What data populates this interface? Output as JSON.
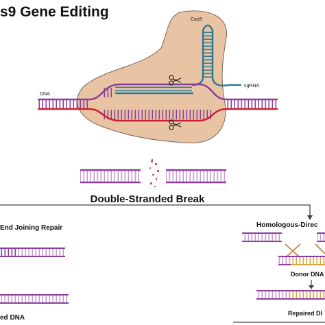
{
  "title": "s9 Gene Editing",
  "labels": {
    "cas9": "Cas9",
    "dna": "DNA",
    "sgrna": "sgRNA",
    "break": "Double-Stranded Break",
    "nhej": "End Joining Repair",
    "hdr": "Homologous-Direc",
    "donor": "Donor DNA",
    "repaired": "Repaired DI",
    "edited": "ed DNA"
  },
  "colors": {
    "purple": "#8b3f9c",
    "purple_light": "#c89bd3",
    "red": "#cc1f2f",
    "blue": "#2b7a93",
    "gold": "#e0a53a",
    "cas9_fill": "#e9c4a4",
    "arrow": "#444444",
    "debris": "#d9534f"
  },
  "icons": [
    "scissors-icon",
    "scissors-icon"
  ]
}
